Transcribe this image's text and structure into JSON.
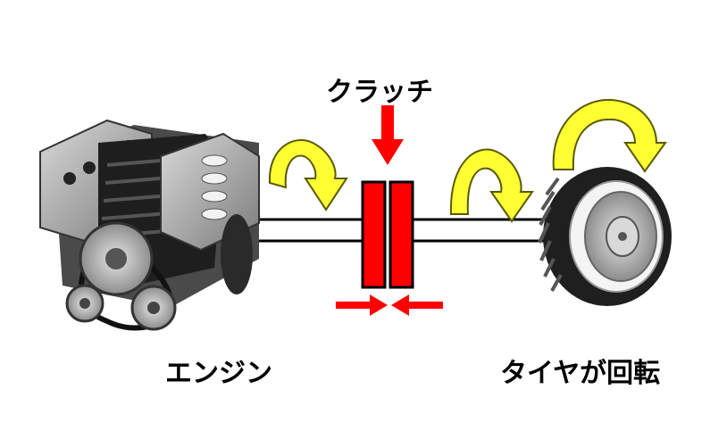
{
  "labels": {
    "clutch": "クラッチ",
    "engine": "エンジン",
    "tire_rotates": "タイヤが回転"
  },
  "colors": {
    "clutch_red": "#ff0000",
    "arrow_yellow": "#ffff33",
    "arrow_outline": "#5a5a00",
    "shaft": "#000000",
    "engine_grey": "#8a8a8a",
    "tire_black": "#222222"
  },
  "icons": {
    "engine": "engine-icon",
    "tire": "tire-icon",
    "rotation": "rotation-arrow-icon"
  }
}
